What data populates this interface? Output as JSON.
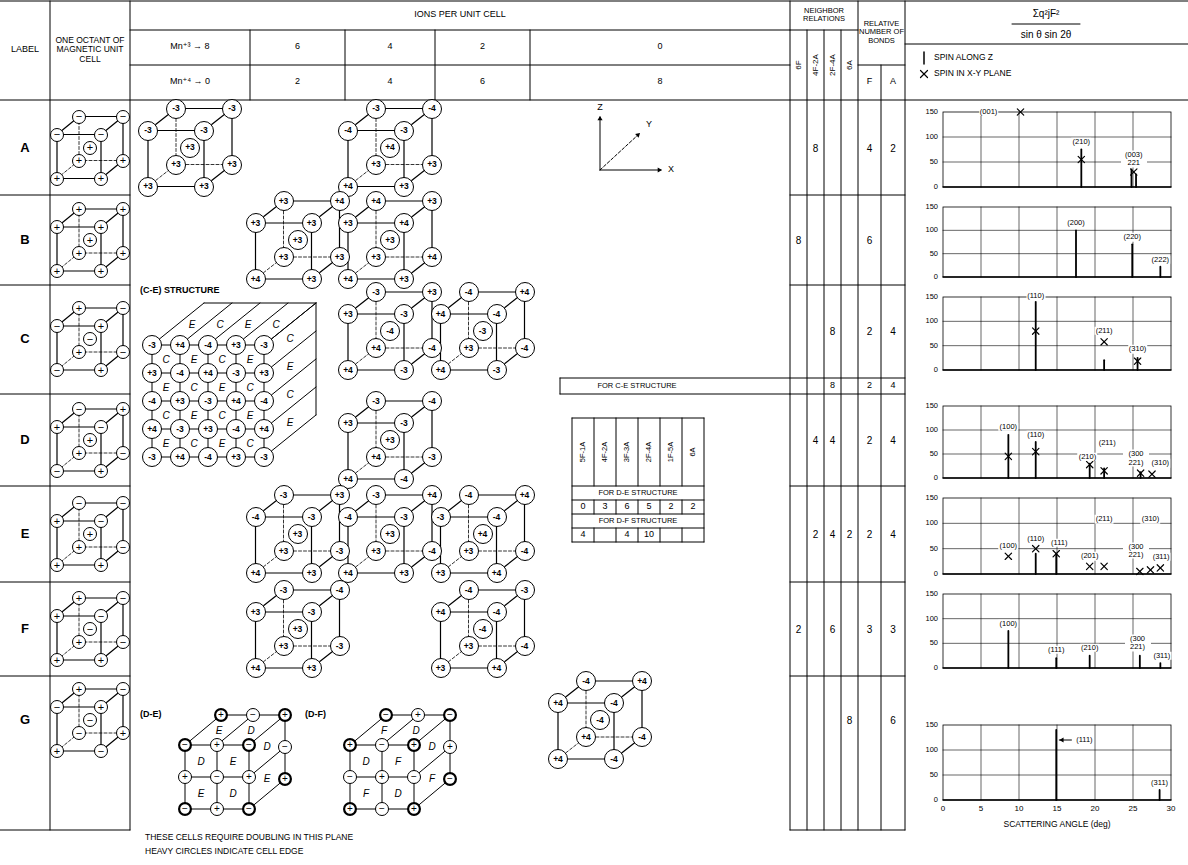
{
  "diagram": {
    "nodes": [
      {
        "text": [
          "−"
        ]
      },
      {
        "text": [
          "−"
        ]
      },
      {
        "text": [
          "−"
        ]
      },
      {
        "text": [
          "−"
        ]
      },
      {
        "text": [
          "+"
        ]
      },
      {
        "text": [
          "+"
        ]
      },
      {
        "text": [
          "+"
        ]
      },
      {
        "text": [
          "+"
        ]
      },
      {
        "text": [
          "+"
        ]
      },
      {
        "text": [
          "+"
        ]
      },
      {
        "text": [
          "+"
        ]
      },
      {
        "text": [
          "+"
        ]
      },
      {
        "text": [
          "+"
        ]
      },
      {
        "text": [
          "+"
        ]
      },
      {
        "text": [
          "+"
        ]
      },
      {
        "text": [
          "+"
        ]
      },
      {
        "text": [
          "+"
        ]
      },
      {
        "text": [
          "+"
        ]
      },
      {
        "text": [
          "+"
        ]
      },
      {
        "text": [
          "−"
        ]
      },
      {
        "text": [
          "−"
        ]
      },
      {
        "text": [
          "+"
        ]
      },
      {
        "text": [
          "−"
        ]
      },
      {
        "text": [
          "+"
        ]
      },
      {
        "text": [
          "−"
        ]
      },
      {
        "text": [
          "−"
        ]
      },
      {
        "text": [
          "+"
        ]
      },
      {
        "text": [
          "−"
        ]
      },
      {
        "text": [
          "+"
        ]
      },
      {
        "text": [
          "+"
        ]
      },
      {
        "text": [
          "−"
        ]
      },
      {
        "text": [
          "+"
        ]
      },
      {
        "text": [
          "+"
        ]
      },
      {
        "text": [
          "−"
        ]
      },
      {
        "text": [
          "−"
        ]
      },
      {
        "text": [
          "+"
        ]
      },
      {
        "text": [
          "−"
        ]
      },
      {
        "text": [
          "−"
        ]
      },
      {
        "text": [
          "+"
        ]
      },
      {
        "text": [
          "−"
        ]
      },
      {
        "text": [
          "+"
        ]
      },
      {
        "text": [
          "+"
        ]
      },
      {
        "text": [
          "−"
        ]
      },
      {
        "text": [
          "+"
        ]
      },
      {
        "text": [
          "+"
        ]
      },
      {
        "text": [
          "+"
        ]
      },
      {
        "text": [
          "−"
        ]
      },
      {
        "text": [
          "+"
        ]
      },
      {
        "text": [
          "−"
        ]
      },
      {
        "text": [
          "−"
        ]
      },
      {
        "text": [
          "+"
        ]
      },
      {
        "text": [
          "−"
        ]
      },
      {
        "text": [
          "+"
        ]
      },
      {
        "text": [
          "+"
        ]
      },
      {
        "text": [
          "+"
        ]
      },
      {
        "text": [
          "−"
        ]
      },
      {
        "text": [
          "−"
        ]
      },
      {
        "text": [
          "+"
        ]
      },
      {
        "text": [
          "−"
        ]
      },
      {
        "text": [
          "−"
        ]
      },
      {
        "text": [
          "+"
        ]
      },
      {
        "text": [
          "+"
        ]
      },
      {
        "text": [
          "−"
        ]
      },
      {
        "text": [
          "-3"
        ]
      },
      {
        "text": [
          "-3"
        ]
      },
      {
        "text": [
          "-3"
        ]
      },
      {
        "text": [
          "-3"
        ]
      },
      {
        "text": [
          "+3"
        ]
      },
      {
        "text": [
          "+3"
        ]
      },
      {
        "text": [
          "+3"
        ]
      },
      {
        "text": [
          "+3"
        ]
      },
      {
        "text": [
          "+3"
        ]
      },
      {
        "text": [
          "-3"
        ]
      },
      {
        "text": [
          "-4"
        ]
      },
      {
        "text": [
          "-4"
        ]
      },
      {
        "text": [
          "-3"
        ]
      },
      {
        "text": [
          "+4"
        ]
      },
      {
        "text": [
          "+3"
        ]
      },
      {
        "text": [
          "+3"
        ]
      },
      {
        "text": [
          "+4"
        ]
      },
      {
        "text": [
          "+3"
        ]
      },
      {
        "text": [
          "+3"
        ]
      },
      {
        "text": [
          "+4"
        ]
      },
      {
        "text": [
          "+3"
        ]
      },
      {
        "text": [
          "+3"
        ]
      },
      {
        "text": [
          "+3"
        ]
      },
      {
        "text": [
          "+3"
        ]
      },
      {
        "text": [
          "+3"
        ]
      },
      {
        "text": [
          "+4"
        ]
      },
      {
        "text": [
          "+3"
        ]
      },
      {
        "text": [
          "+4"
        ]
      },
      {
        "text": [
          "+3"
        ]
      },
      {
        "text": [
          "+3"
        ]
      },
      {
        "text": [
          "+4"
        ]
      },
      {
        "text": [
          "+3"
        ]
      },
      {
        "text": [
          "+3"
        ]
      },
      {
        "text": [
          "+4"
        ]
      },
      {
        "text": [
          "+4"
        ]
      },
      {
        "text": [
          "+3"
        ]
      },
      {
        "text": [
          "-3"
        ]
      },
      {
        "text": [
          "+3"
        ]
      },
      {
        "text": [
          "+3"
        ]
      },
      {
        "text": [
          "-3"
        ]
      },
      {
        "text": [
          "-4"
        ]
      },
      {
        "text": [
          "+4"
        ]
      },
      {
        "text": [
          "-4"
        ]
      },
      {
        "text": [
          "+4"
        ]
      },
      {
        "text": [
          "-3"
        ]
      },
      {
        "text": [
          "-4"
        ]
      },
      {
        "text": [
          "+4"
        ]
      },
      {
        "text": [
          "+4"
        ]
      },
      {
        "text": [
          "-4"
        ]
      },
      {
        "text": [
          "-3"
        ]
      },
      {
        "text": [
          "+3"
        ]
      },
      {
        "text": [
          "-4"
        ]
      },
      {
        "text": [
          "+4"
        ]
      },
      {
        "text": [
          "-3"
        ]
      },
      {
        "text": [
          "-3"
        ]
      },
      {
        "text": [
          "-4"
        ]
      },
      {
        "text": [
          "+3"
        ]
      },
      {
        "text": [
          "-3"
        ]
      },
      {
        "text": [
          "+3"
        ]
      },
      {
        "text": [
          "+4"
        ]
      },
      {
        "text": [
          "-3"
        ]
      },
      {
        "text": [
          "+4"
        ]
      },
      {
        "text": [
          "-4"
        ]
      },
      {
        "text": [
          "-3"
        ]
      },
      {
        "text": [
          "+3"
        ]
      },
      {
        "text": [
          "-4"
        ]
      },
      {
        "text": [
          "-3"
        ]
      },
      {
        "text": [
          "+3"
        ]
      },
      {
        "text": [
          "+3"
        ]
      },
      {
        "text": [
          "-3"
        ]
      },
      {
        "text": [
          "+4"
        ]
      },
      {
        "text": [
          "+3"
        ]
      },
      {
        "text": [
          "-3"
        ]
      },
      {
        "text": [
          "+4"
        ]
      },
      {
        "text": [
          "-4"
        ]
      },
      {
        "text": [
          "-3"
        ]
      },
      {
        "text": [
          "+3"
        ]
      },
      {
        "text": [
          "+3"
        ]
      },
      {
        "text": [
          "-4"
        ]
      },
      {
        "text": [
          "+4"
        ]
      },
      {
        "text": [
          "+3"
        ]
      },
      {
        "text": [
          "-4"
        ]
      },
      {
        "text": [
          "+4"
        ]
      },
      {
        "text": [
          "-3"
        ]
      },
      {
        "text": [
          "-4"
        ]
      },
      {
        "text": [
          "+4"
        ]
      },
      {
        "text": [
          "+3"
        ]
      },
      {
        "text": [
          "-4"
        ]
      },
      {
        "text": [
          "+3"
        ]
      },
      {
        "text": [
          "+4"
        ]
      },
      {
        "text": [
          "-3"
        ]
      },
      {
        "text": [
          "-4"
        ]
      },
      {
        "text": [
          "+3"
        ]
      },
      {
        "text": [
          "-3"
        ]
      },
      {
        "text": [
          "+3"
        ]
      },
      {
        "text": [
          "+3"
        ]
      },
      {
        "text": [
          "-3"
        ]
      },
      {
        "text": [
          "+4"
        ]
      },
      {
        "text": [
          "+3"
        ]
      },
      {
        "text": [
          "-4"
        ]
      },
      {
        "text": [
          "-3"
        ]
      },
      {
        "text": [
          "+4"
        ]
      },
      {
        "text": [
          "-4"
        ]
      },
      {
        "text": [
          "-4"
        ]
      },
      {
        "text": [
          "+3"
        ]
      },
      {
        "text": [
          "-4"
        ]
      },
      {
        "text": [
          "+3"
        ]
      },
      {
        "text": [
          "+4"
        ]
      },
      {
        "text": [
          "-4"
        ]
      },
      {
        "text": [
          "+4"
        ]
      },
      {
        "text": [
          "+4"
        ]
      },
      {
        "text": [
          "-4"
        ]
      },
      {
        "text": [
          "-4"
        ]
      },
      {
        "text": [
          "+4"
        ]
      },
      {
        "text": [
          "-4"
        ]
      },
      {
        "text": [
          "+4"
        ]
      },
      {
        "text": [
          "-4"
        ]
      },
      {
        "text": [
          "-3"
        ]
      },
      {
        "text": [
          "+4"
        ]
      },
      {
        "text": [
          "-4"
        ]
      },
      {
        "text": [
          "+3"
        ]
      },
      {
        "text": [
          "-3"
        ]
      },
      {
        "text": [
          "+3"
        ]
      },
      {
        "text": [
          "-4"
        ]
      },
      {
        "text": [
          "+4"
        ]
      },
      {
        "text": [
          "-3"
        ]
      },
      {
        "text": [
          "+3"
        ]
      },
      {
        "text": [
          "-4"
        ]
      },
      {
        "text": [
          "+3"
        ]
      },
      {
        "text": [
          "-3"
        ]
      },
      {
        "text": [
          "+4"
        ]
      },
      {
        "text": [
          "-4"
        ]
      },
      {
        "text": [
          "+4"
        ]
      },
      {
        "text": [
          "-3"
        ]
      },
      {
        "text": [
          "+3"
        ]
      },
      {
        "text": [
          "-4"
        ]
      },
      {
        "text": [
          "+4"
        ]
      },
      {
        "text": [
          "-3"
        ]
      },
      {
        "text": [
          "+4"
        ]
      },
      {
        "text": [
          "-4"
        ]
      },
      {
        "text": [
          "+3"
        ]
      },
      {
        "text": [
          "-3"
        ]
      },
      {
        "text": [
          "−"
        ]
      },
      {
        "text": [
          "+"
        ]
      },
      {
        "text": [
          "−"
        ]
      },
      {
        "text": [
          "+"
        ]
      },
      {
        "text": [
          "−"
        ]
      },
      {
        "text": [
          "+"
        ]
      },
      {
        "text": [
          "−"
        ]
      },
      {
        "text": [
          "+"
        ]
      },
      {
        "text": [
          "−"
        ]
      },
      {
        "text": [
          "+"
        ]
      },
      {
        "text": [
          "−"
        ]
      },
      {
        "text": [
          "+"
        ]
      },
      {
        "text": [
          "−"
        ]
      },
      {
        "text": [
          "+"
        ]
      },
      {
        "text": [
          "+"
        ]
      },
      {
        "text": [
          "−"
        ]
      },
      {
        "text": [
          "+"
        ]
      },
      {
        "text": [
          "−"
        ]
      },
      {
        "text": [
          "+"
        ]
      },
      {
        "text": [
          "−"
        ]
      },
      {
        "text": [
          "+"
        ]
      },
      {
        "text": [
          "−"
        ]
      },
      {
        "text": [
          "+"
        ]
      },
      {
        "text": [
          "−"
        ]
      },
      {
        "text": [
          "+"
        ]
      },
      {
        "text": [
          "−"
        ]
      },
      {
        "text": [
          "+"
        ]
      },
      {
        "text": [
          "−"
        ]
      }
    ],
    "labels": [
      "LABEL",
      "ONE OCTANT OF MAGNETIC UNIT CELL",
      "IONS PER UNIT CELL",
      "Mn⁺³ → 8",
      "6",
      "4",
      "2",
      "0",
      "Mn⁺⁴ → 0",
      "2",
      "4",
      "6",
      "8",
      "NEIGHBOR RELATIONS",
      "6F",
      "4F-2A",
      "2F-4A",
      "6A",
      "RELATIVE NUMBER OF BONDS",
      "F",
      "A",
      "Σq²jF²",
      "sin θ sin 2θ",
      "A",
      "B",
      "C",
      "D",
      "E",
      "F",
      "G",
      "Z",
      "Y",
      "X",
      "(C-E) STRUCTURE",
      "C",
      "E",
      "C",
      "E",
      "E",
      "C",
      "E",
      "C",
      "C",
      "E",
      "C",
      "E",
      "E",
      "C",
      "E",
      "C",
      "E",
      "C",
      "E",
      "C",
      "C",
      "E",
      "C",
      "E",
      "FOR C-E STRUCTURE",
      "8",
      "4",
      "2",
      "8",
      "6",
      "8",
      "2",
      "4",
      "8",
      "2",
      "4",
      "4",
      "4",
      "2",
      "4",
      "2",
      "4",
      "2",
      "2",
      "4",
      "2",
      "6",
      "3",
      "3",
      "8",
      "6",
      "5F-1A",
      "4F-2A",
      "3F-3A",
      "2F-4A",
      "1F-5A",
      "6A",
      "FOR D-E STRUCTURE",
      "0",
      "3",
      "6",
      "5",
      "2",
      "2",
      "FOR D-F STRUCTURE",
      "4",
      "4",
      "10",
      "(D-E)",
      "D",
      "E",
      "E",
      "D",
      "E",
      "D",
      "D",
      "E",
      "(D-F)",
      "D",
      "F",
      "F",
      "D",
      "F",
      "D",
      "D",
      "F",
      "THESE CELLS REQUIRE DOUBLING IN THIS PLANE",
      "HEAVY CIRCLES INDICATE CELL EDGE",
      "150",
      "100",
      "50",
      "0",
      "(001)",
      "(210)",
      "(003) 221",
      "150",
      "100",
      "50",
      "0",
      "(200)",
      "(220)",
      "(222)",
      "150",
      "100",
      "50",
      "0",
      "(110)",
      "(211)",
      "(310)",
      "150",
      "100",
      "50",
      "0",
      "(100)",
      "(110)",
      "(210)",
      "(211)",
      "(300 221)",
      "(310)",
      "150",
      "100",
      "50",
      "0",
      "(100)",
      "(110)",
      "(111)",
      "(201)",
      "(211)",
      "(310)",
      "(300 221)",
      "(311)",
      "150",
      "100",
      "50",
      "0",
      "(100)",
      "(111)",
      "(210)",
      "(300 221)",
      "(311)",
      "150",
      "100",
      "50",
      "0",
      "(111)",
      "(311)",
      "0",
      "5",
      "10",
      "15",
      "20",
      "25",
      "30",
      "SCATTERING ANGLE (deg)"
    ],
    "legend": [
      {
        "text": "SPIN ALONG Z"
      },
      {
        "text": "SPIN IN X-Y PLANE"
      }
    ]
  }
}
